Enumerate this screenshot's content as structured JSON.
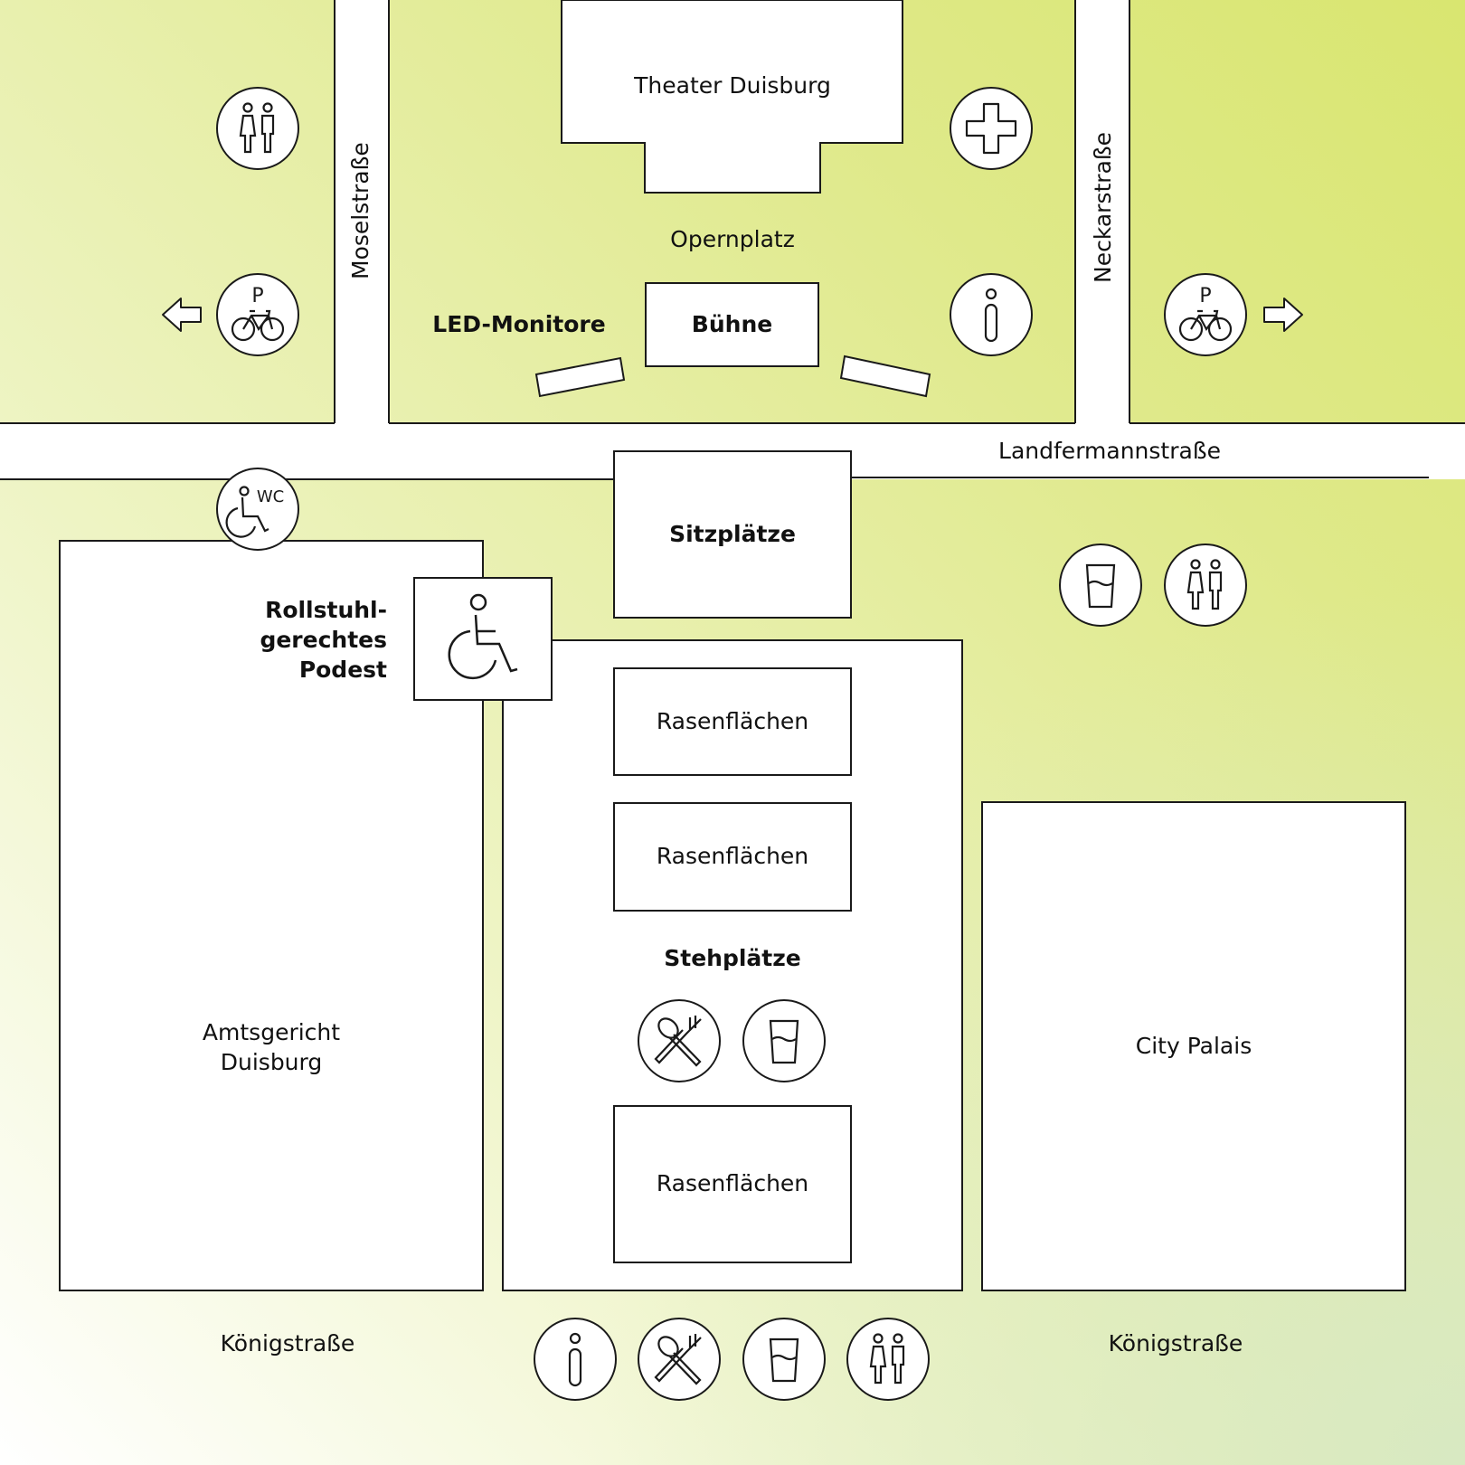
{
  "colors": {
    "background_gradient": [
      "#ffffff",
      "#eef4c4",
      "#dfe98a",
      "#d6e68a"
    ],
    "block_fill": "#ffffff",
    "line": "#1a1a1a"
  },
  "streets": {
    "mosel": "Moselstraße",
    "neckar": "Neckarstraße",
    "landfermann": "Landfermannstraße",
    "koenig_left": "Königstraße",
    "koenig_right": "Königstraße"
  },
  "buildings": {
    "theater": "Theater Duisburg",
    "amtsgericht": [
      "Amtsgericht",
      "Duisburg"
    ],
    "city_palais": "City Palais"
  },
  "areas": {
    "opernplatz": "Opernplatz",
    "buehne": "Bühne",
    "led_monitors": "LED-Monitore",
    "sitzplaetze": "Sitzplätze",
    "rasen_1": "Rasenflächen",
    "rasen_2": "Rasenflächen",
    "rasen_3": "Rasenflächen",
    "stehplaetze": "Stehplätze",
    "podest": [
      "Rollstuhl-",
      "gerechtes",
      "Podest"
    ]
  },
  "icons": {
    "toilets": "toilets-icon",
    "first_aid": "first-aid-icon",
    "info": "info-icon",
    "bicycle_parking": "bicycle-parking-icon",
    "accessible_wc": "accessible-wc-icon",
    "wc_text": "WC",
    "parking_letter": "P",
    "drink": "drink-icon",
    "food": "food-icon",
    "wheelchair": "wheelchair-icon",
    "arrow": "arrow-icon"
  }
}
